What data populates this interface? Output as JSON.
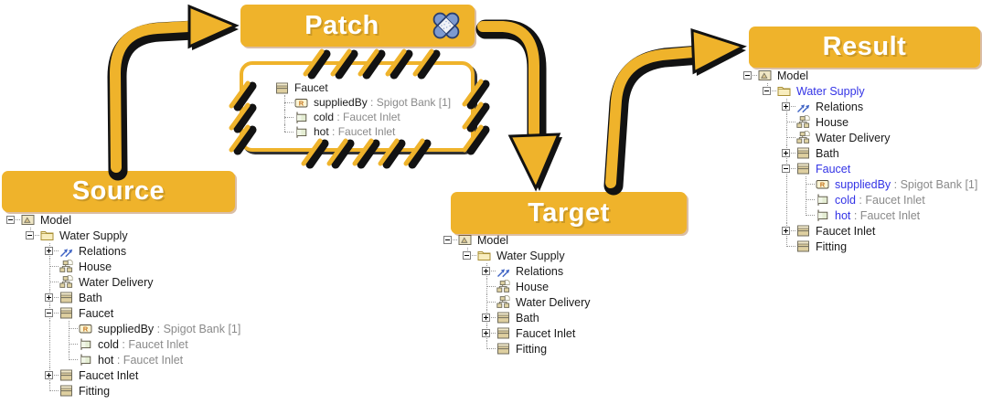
{
  "colors": {
    "accent_yellow": "#EFB32B",
    "highlight_blue": "#3333E6",
    "suffix_gray": "#8A8A8A",
    "bandage_blue": "#7D9AD0",
    "bandage_outline": "#2A3F6E"
  },
  "banners": {
    "source": "Source",
    "patch": "Patch",
    "target": "Target",
    "result": "Result"
  },
  "patch_tree": [
    {
      "label": "Faucet",
      "icon": "block-icon",
      "expander": null,
      "children": [
        {
          "label": "suppliedBy",
          "suffix": " : Spigot Bank [1]",
          "icon": "r-property-icon",
          "expander": null
        },
        {
          "label": "cold",
          "suffix": " : Faucet Inlet",
          "icon": "port-icon",
          "expander": null
        },
        {
          "label": "hot",
          "suffix": " : Faucet Inlet",
          "icon": "port-icon",
          "expander": null
        }
      ]
    }
  ],
  "source_tree": [
    {
      "label": "Model",
      "icon": "model-icon",
      "expander": "minus",
      "children": [
        {
          "label": "Water Supply",
          "icon": "folder-icon",
          "expander": "minus",
          "children": [
            {
              "label": "Relations",
              "icon": "relations-icon",
              "expander": "plus"
            },
            {
              "label": "House",
              "icon": "structure-icon",
              "expander": null
            },
            {
              "label": "Water Delivery",
              "icon": "structure-icon",
              "expander": null
            },
            {
              "label": "Bath",
              "icon": "block-icon",
              "expander": "plus"
            },
            {
              "label": "Faucet",
              "icon": "block-icon",
              "expander": "minus",
              "children": [
                {
                  "label": "suppliedBy",
                  "suffix": " : Spigot Bank [1]",
                  "icon": "r-property-icon",
                  "expander": null
                },
                {
                  "label": "cold",
                  "suffix": " : Faucet Inlet",
                  "icon": "port-icon",
                  "expander": null
                },
                {
                  "label": "hot",
                  "suffix": " : Faucet Inlet",
                  "icon": "port-icon",
                  "expander": null
                }
              ]
            },
            {
              "label": "Faucet Inlet",
              "icon": "block-icon",
              "expander": "plus"
            },
            {
              "label": "Fitting",
              "icon": "block-icon",
              "expander": null
            }
          ]
        }
      ]
    }
  ],
  "target_tree": [
    {
      "label": "Model",
      "icon": "model-icon",
      "expander": "minus",
      "children": [
        {
          "label": "Water Supply",
          "icon": "folder-icon",
          "expander": "minus",
          "children": [
            {
              "label": "Relations",
              "icon": "relations-icon",
              "expander": "plus"
            },
            {
              "label": "House",
              "icon": "structure-icon",
              "expander": null
            },
            {
              "label": "Water Delivery",
              "icon": "structure-icon",
              "expander": null
            },
            {
              "label": "Bath",
              "icon": "block-icon",
              "expander": "plus"
            },
            {
              "label": "Faucet Inlet",
              "icon": "block-icon",
              "expander": "plus"
            },
            {
              "label": "Fitting",
              "icon": "block-icon",
              "expander": null
            }
          ]
        }
      ]
    }
  ],
  "result_tree": [
    {
      "label": "Model",
      "icon": "model-icon",
      "expander": "minus",
      "children": [
        {
          "label": "Water Supply",
          "icon": "folder-icon",
          "expander": "minus",
          "blue": true,
          "children": [
            {
              "label": "Relations",
              "icon": "relations-icon",
              "expander": "plus"
            },
            {
              "label": "House",
              "icon": "structure-icon",
              "expander": null
            },
            {
              "label": "Water Delivery",
              "icon": "structure-icon",
              "expander": null
            },
            {
              "label": "Bath",
              "icon": "block-icon",
              "expander": "plus"
            },
            {
              "label": "Faucet",
              "icon": "block-icon",
              "expander": "minus",
              "blue": true,
              "children": [
                {
                  "label": "suppliedBy",
                  "suffix": " : Spigot Bank [1]",
                  "icon": "r-property-icon",
                  "expander": null,
                  "blue": true
                },
                {
                  "label": "cold",
                  "suffix": " : Faucet Inlet",
                  "icon": "port-icon",
                  "expander": null,
                  "blue": true
                },
                {
                  "label": "hot",
                  "suffix": " : Faucet Inlet",
                  "icon": "port-icon",
                  "expander": null,
                  "blue": true
                }
              ]
            },
            {
              "label": "Faucet Inlet",
              "icon": "block-icon",
              "expander": "plus"
            },
            {
              "label": "Fitting",
              "icon": "block-icon",
              "expander": null
            }
          ]
        }
      ]
    }
  ]
}
